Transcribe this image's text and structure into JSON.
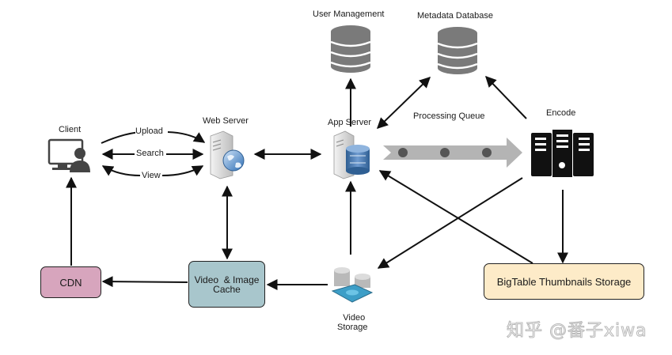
{
  "nodes": {
    "client": "Client",
    "web_server": "Web Server",
    "app_server": "App Server",
    "user_management": "User Management",
    "metadata_database": "Metadata Database",
    "processing_queue": "Processing Queue",
    "encode": "Encode",
    "cdn": "CDN",
    "cache_line1": "Video  & Image",
    "cache_line2": "Cache",
    "video_storage_line1": "Video",
    "video_storage_line2": "Storage",
    "bigtable": "BigTable Thumbnails Storage"
  },
  "edges": {
    "upload": "Upload",
    "search": "Search",
    "view": "View"
  },
  "colors": {
    "cdn_fill": "#d7a5bd",
    "cache_fill": "#a8c6cc",
    "bigtable_fill": "#fdebc8",
    "database_gray": "#7a7a7a",
    "queue_gray": "#b4b4b4",
    "queue_dot": "#555555"
  },
  "watermark": "知乎 @番子xiwa"
}
